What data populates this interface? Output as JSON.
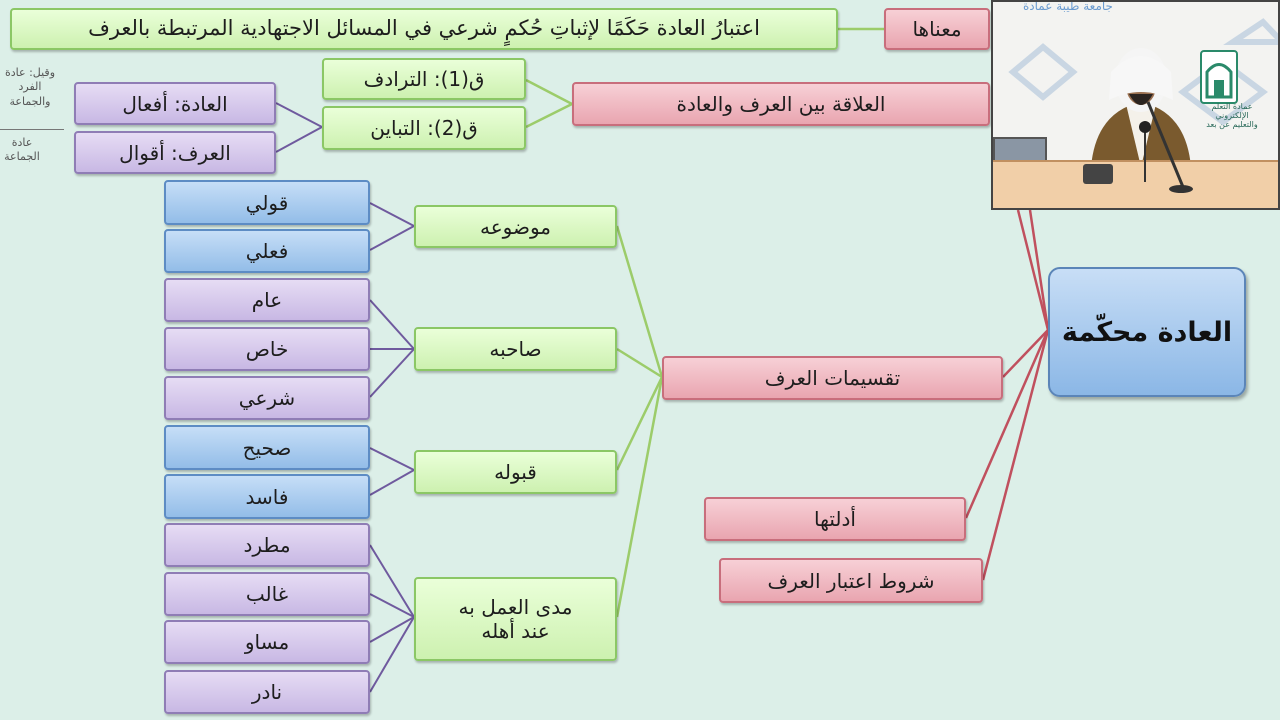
{
  "central": "العادة محكّمة",
  "top_bar": {
    "meaning_label": "معناها",
    "definition": "اعتبارُ العادة حَكَمًا لإثباتِ حُكمٍ شرعي في المسائل الاجتهادية المرتبطة بالعرف"
  },
  "relation": {
    "label": "العلاقة بين العرف والعادة",
    "q1": "ق(1): الترادف",
    "q2": "ق(2): التباين",
    "custom_actions": "العادة: أفعال",
    "custom_sayings": "العرف: أقوال",
    "note_top": "وقيل: عادة الفرد والجماعة",
    "note_bottom": "عادة الجماعة"
  },
  "divisions": {
    "label": "تقسيمات العرف",
    "by_subject": {
      "label": "موضوعه",
      "items": [
        "قولي",
        "فعلي"
      ]
    },
    "by_owner": {
      "label": "صاحبه",
      "items": [
        "عام",
        "خاص",
        "شرعي"
      ]
    },
    "by_acceptance": {
      "label": "قبوله",
      "items": [
        "صحيح",
        "فاسد"
      ]
    },
    "by_extent": {
      "label": "مدى العمل به عند أهله",
      "items": [
        "مطرد",
        "غالب",
        "مساو",
        "نادر"
      ]
    }
  },
  "evidence": "أدلتها",
  "conditions": "شروط اعتبار العرف",
  "video": {
    "header_text": "جامعة طيبة عمادة",
    "logo_caption": "عمادة التعلم الإلكتروني والتعليم عن بعد"
  },
  "colors": {
    "green": "#cdf1b0",
    "red": "#e9a5b0",
    "purple": "#c8b8e4",
    "blue": "#93bde8",
    "central": "#8bb7e6",
    "green_line": "#9ccc6a",
    "red_line": "#c0505e",
    "purple_line": "#6f5a9e"
  }
}
